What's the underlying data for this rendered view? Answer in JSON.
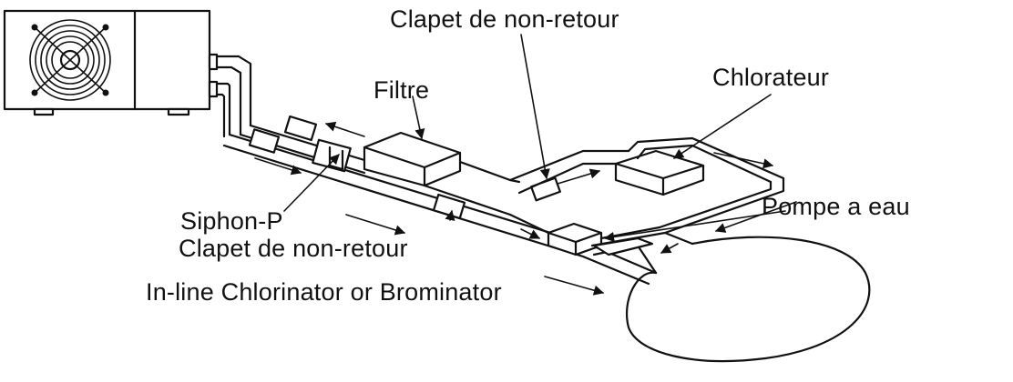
{
  "labels": {
    "check_valve_top": "Clapet de non-retour",
    "filter": "Filtre",
    "chlorinator": "Chlorateur",
    "water_pump": "Pompe a eau",
    "siphon": "Siphon-P",
    "check_valve_bottom": "Clapet de non-retour",
    "inline_chlorinator": "In-line Chlorinator or Brominator"
  },
  "colors": {
    "line": "#111111",
    "background": "#ffffff"
  }
}
